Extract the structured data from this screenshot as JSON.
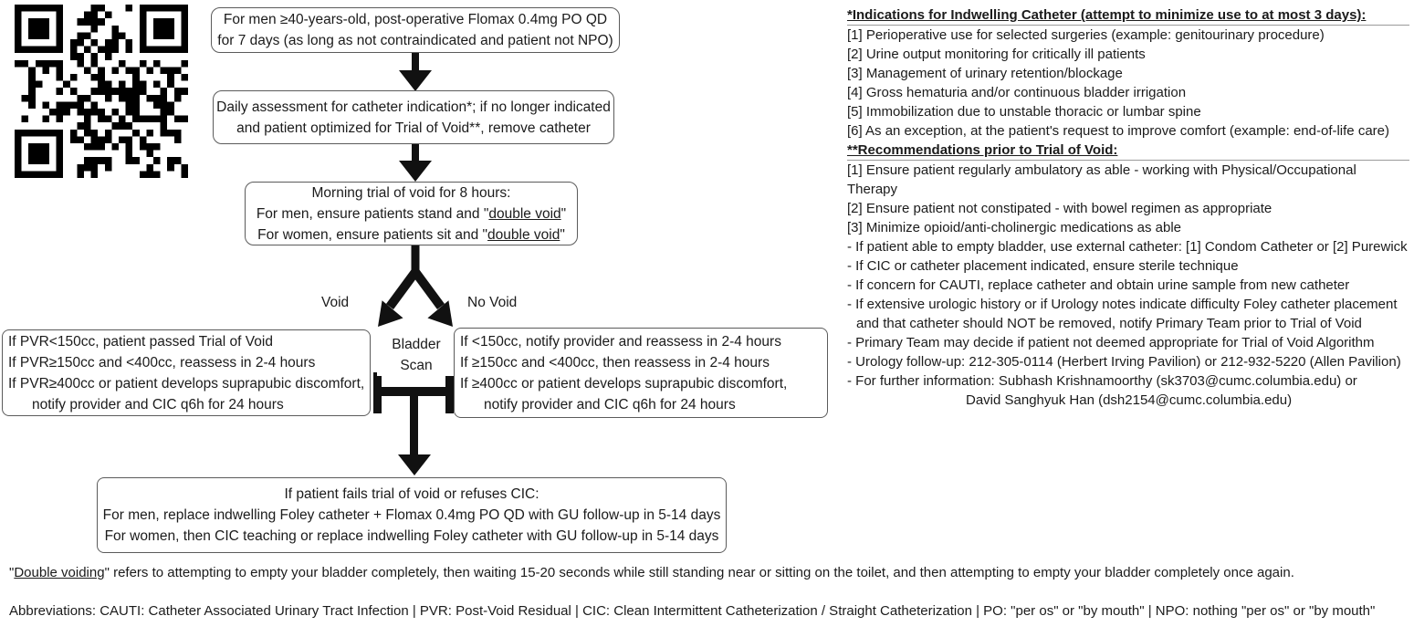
{
  "flowchart": {
    "box1": {
      "line1": "For men ≥40-years-old, post-operative Flomax 0.4mg PO QD",
      "line2": "for 7 days (as long as not contraindicated and patient not NPO)"
    },
    "box2": {
      "line1": "Daily assessment for catheter indication*; if no longer indicated",
      "line2": "and patient optimized for Trial of Void**, remove catheter"
    },
    "box3": {
      "line1": "Morning trial of void for 8 hours:",
      "line2_pre": "For men, ensure patients stand and \"",
      "line2_u": "double void",
      "line2_post": "\"",
      "line3_pre": "For women, ensure patients sit and \"",
      "line3_u": "double void",
      "line3_post": "\""
    },
    "branch": {
      "left_label": "Void",
      "right_label": "No Void"
    },
    "bladder_scan": {
      "line1": "Bladder",
      "line2": "Scan"
    },
    "void_box": {
      "line1": "If PVR<150cc, patient passed Trial of Void",
      "line2": "If PVR≥150cc and <400cc, reassess in 2-4 hours",
      "line3": "If PVR≥400cc or patient develops suprapubic discomfort,",
      "line4": "notify provider and CIC q6h for 24 hours"
    },
    "no_void_box": {
      "line1": "If <150cc, notify provider and reassess in 2-4 hours",
      "line2": "If ≥150cc and <400cc, then reassess in 2-4 hours",
      "line3": "If ≥400cc or patient develops suprapubic discomfort,",
      "line4": "notify provider and CIC q6h for 24 hours"
    },
    "fail_box": {
      "line1": "If patient fails trial of void or refuses CIC:",
      "line2": "For men, replace indwelling Foley catheter + Flomax 0.4mg PO QD with GU follow-up in 5-14 days",
      "line3": "For women, then CIC teaching or replace indwelling Foley catheter with GU follow-up in 5-14 days"
    }
  },
  "sidebar": {
    "indications_heading": "*Indications for Indwelling Catheter (attempt to minimize use to at most 3 days):",
    "indications": [
      "[1] Perioperative use for selected surgeries (example: genitourinary procedure)",
      "[2] Urine output monitoring for critically ill patients",
      "[3] Management of urinary retention/blockage",
      "[4] Gross hematuria and/or continuous bladder irrigation",
      "[5] Immobilization due to unstable thoracic or lumbar spine",
      "[6] As an exception, at the patient's request to improve comfort (example: end-of-life care)"
    ],
    "recommendations_heading": "**Recommendations prior to Trial of Void:",
    "recommendations": [
      "[1] Ensure patient regularly ambulatory as able - working with Physical/Occupational Therapy",
      "[2] Ensure patient not constipated - with bowel regimen as appropriate",
      "[3] Minimize opioid/anti-cholinergic medications as able"
    ],
    "notes": [
      "- If patient able to empty bladder, use external catheter: [1] Condom Catheter or [2] Purewick",
      "- If CIC or catheter placement indicated, ensure sterile technique",
      "- If concern for CAUTI, replace catheter and obtain urine sample from new catheter"
    ],
    "urology_note_line1": "- If extensive urologic history or if Urology notes indicate difficulty Foley catheter placement",
    "urology_note_line2": "and that catheter should NOT be removed, notify Primary Team prior to Trial of Void",
    "primary_team_note": "- Primary Team may decide if patient not deemed appropriate for Trial of Void Algorithm",
    "urology_followup": "- Urology follow-up: 212-305-0114 (Herbert Irving Pavilion) or 212-932-5220 (Allen Pavilion)",
    "contact_line1": "- For further information: Subhash Krishnamoorthy (sk3703@cumc.columbia.edu) or",
    "contact_line2": "David Sanghyuk Han (dsh2154@cumc.columbia.edu)"
  },
  "footnotes": {
    "double_voiding_pre": "\"",
    "double_voiding_u": "Double voiding",
    "double_voiding_post": "\" refers to attempting to empty your bladder completely, then waiting 15-20 seconds while still standing near or sitting on the toilet, and then attempting to empty your bladder completely once again.",
    "abbreviations": "Abbreviations: CAUTI: Catheter Associated Urinary Tract Infection | PVR: Post-Void Residual | CIC: Clean Intermittent Catheterization / Straight Catheterization | PO: \"per os\" or \"by mouth\" | NPO: nothing \"per os\" or \"by mouth\""
  },
  "icons": {
    "qr_code": "qr-code"
  },
  "colors": {
    "arrow": "#111111",
    "box_border": "#5b5b5b",
    "text": "#1b1b1b"
  }
}
